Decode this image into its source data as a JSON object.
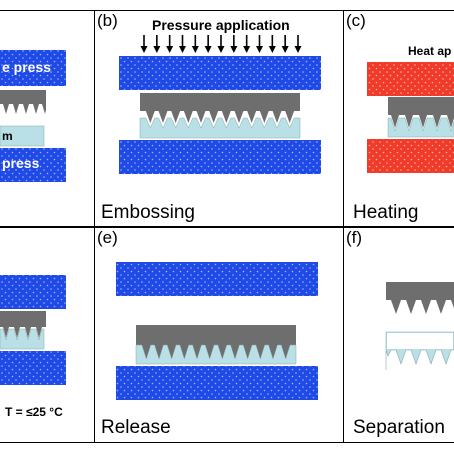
{
  "colors": {
    "press_blue": "#1f4ae6",
    "press_dot": "#9fb4ff",
    "heated_red": "#f03a2a",
    "heated_dot": "#ffb4a6",
    "mold_gray": "#6e6e6e",
    "film_cyan": "#b8e0e6",
    "border": "#000000"
  },
  "panels": [
    {
      "label": "",
      "caption": "",
      "top_label": "",
      "press_top_text": "e press",
      "press_bottom_text": "press",
      "film_text": "m",
      "extra_text": ""
    },
    {
      "label": "(b)",
      "caption": "Embossing",
      "top_label": "Pressure application",
      "press_top_text": "",
      "press_bottom_text": "",
      "film_text": "",
      "extra_text": ""
    },
    {
      "label": "(c)",
      "caption": "Heating",
      "top_label": "Heat ap",
      "press_top_text": "",
      "press_bottom_text": "",
      "film_text": "",
      "extra_text": ""
    },
    {
      "label": "",
      "caption": "",
      "top_label": "",
      "press_top_text": "",
      "press_bottom_text": "",
      "film_text": "",
      "extra_text": "T = ≤25 °C"
    },
    {
      "label": "(e)",
      "caption": "Release",
      "top_label": "",
      "press_top_text": "",
      "press_bottom_text": "",
      "film_text": "",
      "extra_text": ""
    },
    {
      "label": "(f)",
      "caption": "Separation",
      "top_label": "",
      "press_top_text": "",
      "press_bottom_text": "",
      "film_text": "",
      "extra_text": ""
    }
  ],
  "icons": {
    "arrow": "down-arrow-icon",
    "mold": "mold-icon",
    "press_plate": "press-plate-icon",
    "film": "film-icon"
  }
}
